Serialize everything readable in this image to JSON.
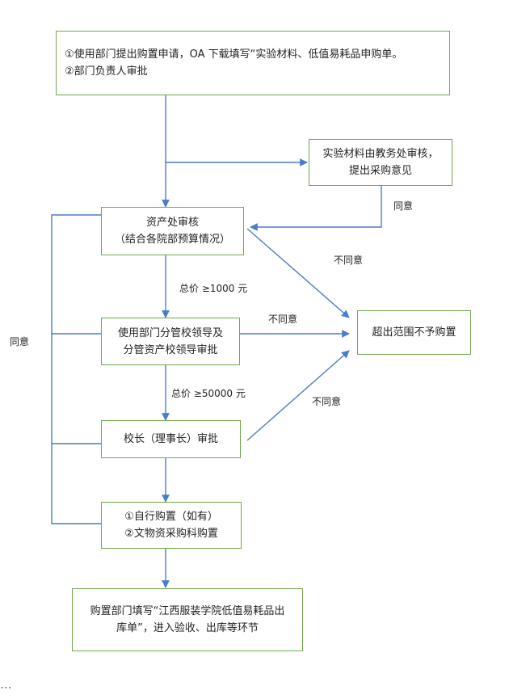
{
  "nodes": {
    "apply": {
      "line1": "①使用部门提出购置申请，OA 下载填写“实验材料、低值易耗品申购单。",
      "line2": "②部门负责人审批"
    },
    "edu": {
      "line1": "实验材料由教务处审核，",
      "line2": "提出采购意见"
    },
    "asset": {
      "line1": "资产处审核",
      "line2": "（结合各院部预算情况）"
    },
    "leader": {
      "line1": "使用部门分管校领导及",
      "line2": "分管资产校领导审批"
    },
    "out_of_scope": {
      "line1": "超出范围不予购置"
    },
    "president": {
      "line1": "校长（理事长）审批"
    },
    "purchase": {
      "line1": "①自行购置（如有）",
      "line2": "②文物资采购科购置"
    },
    "fill_form": {
      "line1": "购置部门填写“江西服装学院低值易耗品出",
      "line2": "库单”，进入验收、出库等环节"
    }
  },
  "labels": {
    "agree_edu": "同意",
    "agree_left": "同意",
    "disagree_asset": "不同意",
    "disagree_leader": "不同意",
    "disagree_president": "不同意",
    "threshold_1000": "总价 ≥1000 元",
    "threshold_50000": "总价 ≥50000 元"
  },
  "colors": {
    "box_border": "#6fa84a",
    "arrow": "#4a7cc7"
  }
}
